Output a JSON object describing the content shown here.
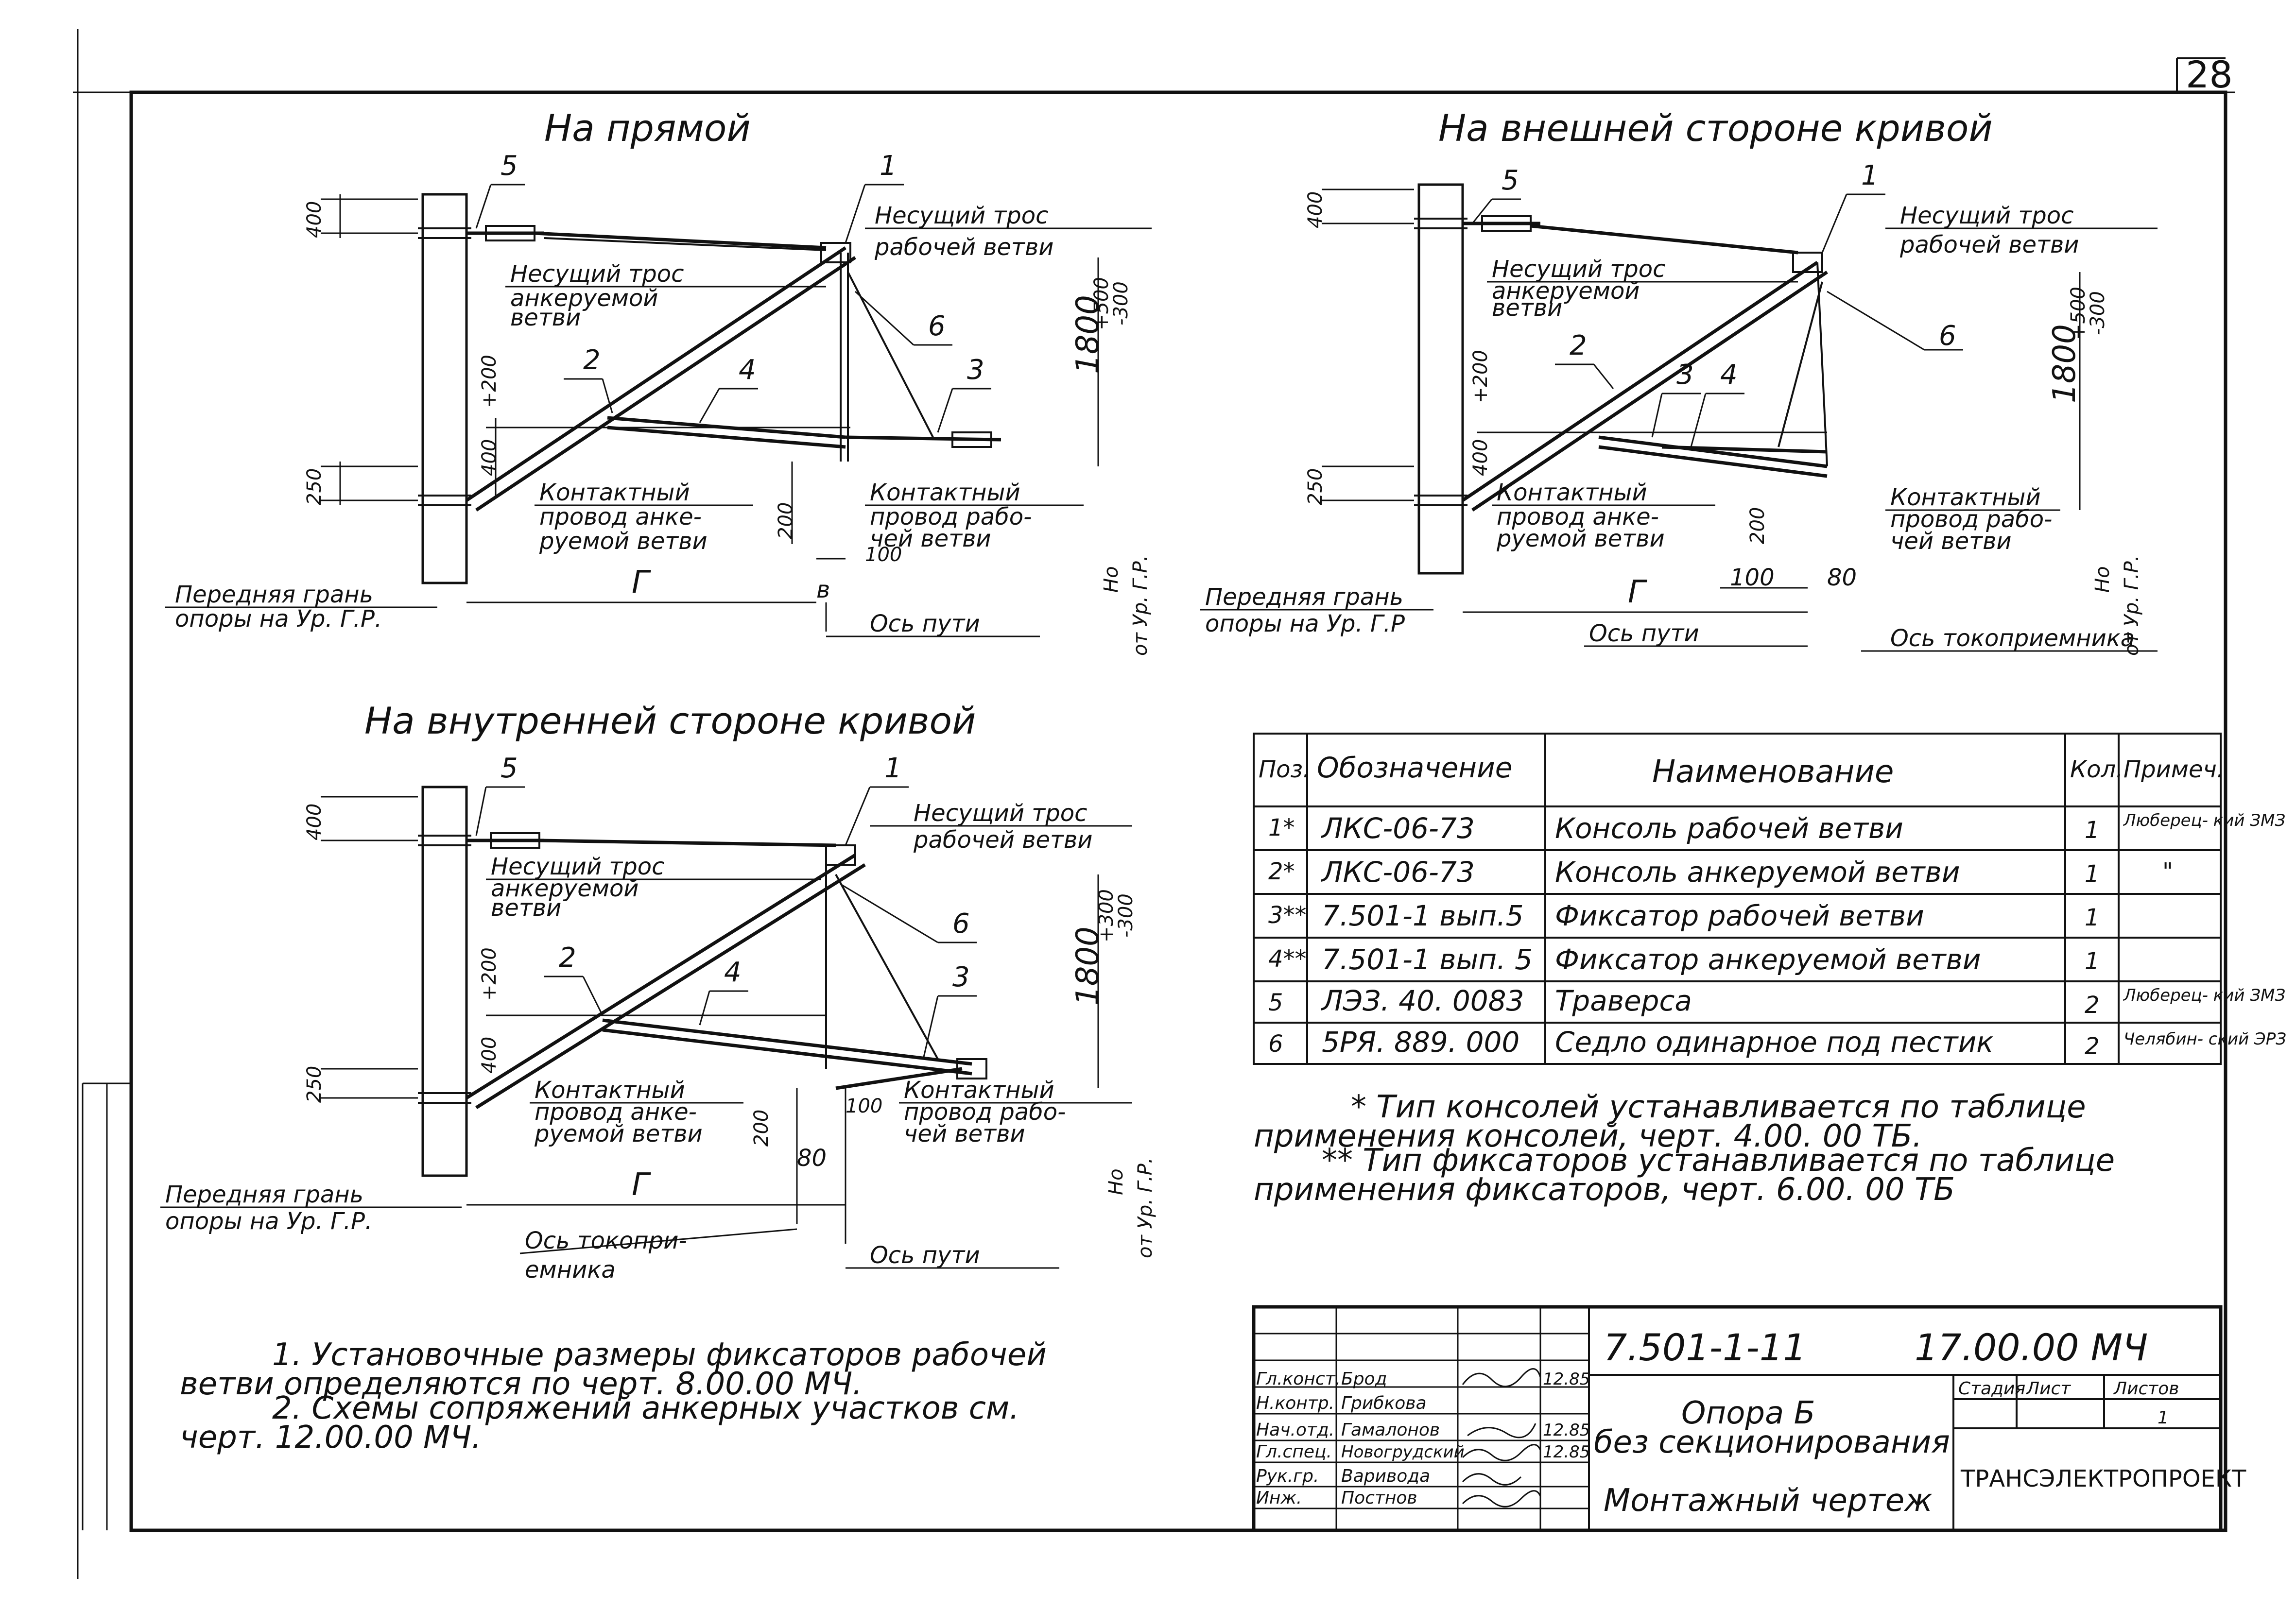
{
  "sheet_number": "28",
  "views": {
    "straight": {
      "title": "На прямой",
      "callouts": [
        "1",
        "2",
        "3",
        "4",
        "5",
        "6"
      ],
      "messenger_working": [
        "Несущий трос",
        "рабочей ветви"
      ],
      "messenger_anchor": [
        "Несущий трос",
        "анкеруемой",
        "ветви"
      ],
      "contact_anchor": [
        "Контактный",
        "провод анке-",
        "руемой ветви"
      ],
      "contact_working": [
        "Контактный",
        "провод рабо-",
        "чей ветви"
      ],
      "front_face": [
        "Передняя грань",
        "опоры на Ур. Г.Р."
      ],
      "track_axis": "Ось пути",
      "dims": {
        "d400": "400",
        "d250": "250",
        "d400b": "400",
        "p200": "+200",
        "d200": "200",
        "d100": "100",
        "g": "Г",
        "v": "в",
        "h1800": "1800",
        "tol": "+500",
        "tolm": "-300",
        "ho": [
          "Но",
          "от Ур. Г.Р."
        ]
      }
    },
    "outer_curve": {
      "title": "На внешней стороне кривой",
      "callouts": [
        "1",
        "2",
        "3",
        "4",
        "5",
        "6"
      ],
      "messenger_working": [
        "Несущий трос",
        "рабочей ветви"
      ],
      "messenger_anchor": [
        "Несущий трос",
        "анкеруемой",
        "ветви"
      ],
      "contact_anchor": [
        "Контактный",
        "провод анке-",
        "руемой ветви"
      ],
      "contact_working": [
        "Контактный",
        "провод рабо-",
        "чей ветви"
      ],
      "front_face": [
        "Передняя грань",
        "опоры на Ур. Г.Р"
      ],
      "track_axis": "Ось пути",
      "pantograph_axis": "Ось токоприемника",
      "dims": {
        "d400": "400",
        "d250": "250",
        "d400b": "400",
        "p200": "+200",
        "d200": "200",
        "d100": "100",
        "d80": "80",
        "g": "Г",
        "h1800": "1800",
        "tol": "+500",
        "tolm": "-300",
        "ho": [
          "Но",
          "от Ур. Г.Р."
        ]
      }
    },
    "inner_curve": {
      "title": "На внутренней стороне кривой",
      "callouts": [
        "1",
        "2",
        "3",
        "4",
        "5",
        "6"
      ],
      "messenger_working": [
        "Несущий трос",
        "рабочей ветви"
      ],
      "messenger_anchor": [
        "Несущий трос",
        "анкеруемой",
        "ветви"
      ],
      "contact_anchor": [
        "Контактный",
        "провод анке-",
        "руемой ветви"
      ],
      "contact_working": [
        "Контактный",
        "провод рабо-",
        "чей ветви"
      ],
      "front_face": [
        "Передняя грань",
        "опоры на Ур. Г.Р."
      ],
      "track_axis": "Ось пути",
      "pantograph_axis": [
        "Ось токопри-",
        "емника"
      ],
      "dims": {
        "d400": "400",
        "d250": "250",
        "d400b": "400",
        "p200": "+200",
        "d200": "200",
        "d100": "100",
        "d80": "80",
        "g": "Г",
        "h1800": "1800",
        "tol": "+300",
        "tolm": "-300",
        "ho": [
          "Но",
          "от Ур. Г.Р."
        ]
      }
    }
  },
  "spec_table": {
    "headers": [
      "Поз.",
      "Обозначение",
      "Наименование",
      "Кол.",
      "Примеч."
    ],
    "rows": [
      [
        "1*",
        "ЛКС-06-73",
        "Консоль рабочей ветви",
        "1",
        "Люберец- кий ЗМЗ"
      ],
      [
        "2*",
        "ЛКС-06-73",
        "Консоль анкеруемой ветви",
        "1",
        "\""
      ],
      [
        "3**",
        "7.501-1 вып.5",
        "Фиксатор рабочей ветви",
        "1",
        ""
      ],
      [
        "4**",
        "7.501-1 вып. 5",
        "Фиксатор анкеруемой ветви",
        "1",
        ""
      ],
      [
        "5",
        "ЛЭЗ. 40. 0083",
        "Траверса",
        "2",
        "Люберец- кий ЗМЗ"
      ],
      [
        "6",
        "5РЯ. 889. 000",
        "Седло одинарное под пестик",
        "2",
        "Челябин- ский ЭРЗ"
      ]
    ]
  },
  "table_notes": [
    "* Тип консолей устанавливается по таблице",
    "применения консолей, черт. 4.00. 00 ТБ.",
    "** Тип фиксаторов устанавливается по таблице",
    "применения фиксаторов, черт. 6.00. 00 ТБ"
  ],
  "general_notes": [
    "1. Установочные размеры фиксаторов рабочей",
    "ветви определяются по черт. 8.00.00 МЧ.",
    "2. Схемы сопряжений анкерных участков см.",
    "черт. 12.00.00 МЧ."
  ],
  "title_block": {
    "code": "7.501-1-11",
    "drawing": "17.00.00 МЧ",
    "roles": [
      "Гл.конст.",
      "Н.контр.",
      "Нач.отд.",
      "Гл.спец.",
      "Рук.гр.",
      "Инж."
    ],
    "names": [
      "Брод",
      "Грибкова",
      "Гамалонов",
      "Новогрудский",
      "Вариводa",
      "Постнов"
    ],
    "dates": [
      "12.85",
      "",
      "12.85",
      "12.85",
      "",
      ""
    ],
    "object_title": [
      "Опора Б",
      "без секционирования"
    ],
    "doc_type": "Монтажный чертеж",
    "stage_headers": [
      "Стадия",
      "Лист",
      "Листов"
    ],
    "sheets_total": "1",
    "organization": "ТРАНСЭЛЕКТРОПРОЕКТ"
  }
}
